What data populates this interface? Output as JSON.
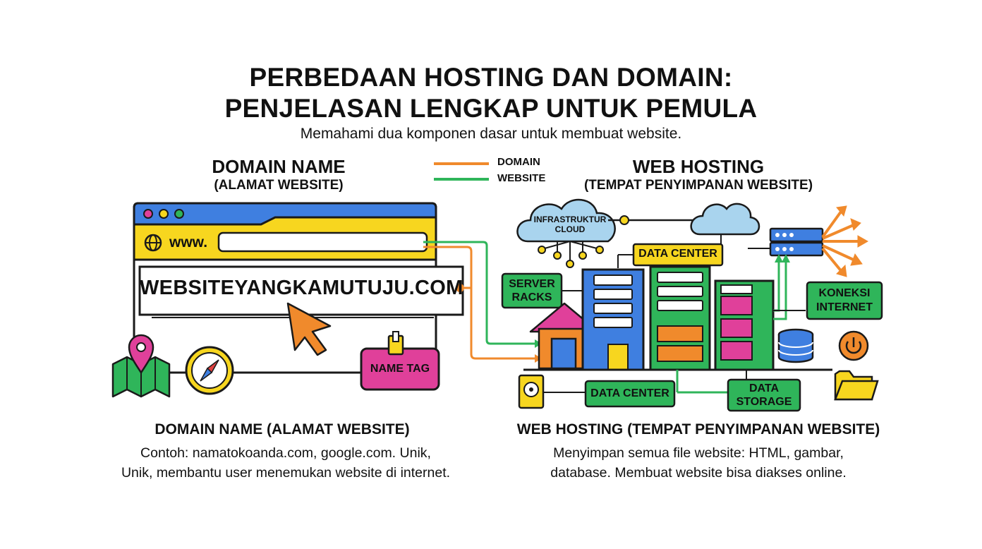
{
  "header": {
    "title_line1": "PERBEDAAN HOSTING DAN DOMAIN:",
    "title_line2": "PENJELASAN LENGKAP UNTUK PEMULA",
    "subtitle": "Memahami dua komponen dasar untuk membuat website."
  },
  "legend": {
    "items": [
      {
        "label": "DOMAIN",
        "color": "#f08a2c"
      },
      {
        "label": "WEBSITE",
        "color": "#2fb55a"
      }
    ]
  },
  "domain_section": {
    "title": "DOMAIN NAME",
    "subtitle": "(ALAMAT WEBSITE)",
    "browser": {
      "prefix": "www.",
      "url": "WEBSITEYANGKAMUTUJU.COM"
    },
    "name_tag": "NAME TAG",
    "caption_title": "DOMAIN NAME (ALAMAT WEBSITE)",
    "caption_line1": "Contoh: namatokoanda.com, google.com. Unik,",
    "caption_line2": "Unik, membantu user menemukan website di internet."
  },
  "hosting_section": {
    "title": "WEB HOSTING",
    "subtitle": "(TEMPAT PENYIMPANAN WEBSITE)",
    "cloud_label_1": "INFRASTRUKTUR",
    "cloud_label_2": "CLOUD",
    "data_center_top": "DATA CENTER",
    "server_racks_1": "SERVER",
    "server_racks_2": "RACKS",
    "koneksi_1": "KONEKSI",
    "koneksi_2": "INTERNET",
    "data_center_bottom": "DATA CENTER",
    "data_storage_1": "DATA",
    "data_storage_2": "STORAGE",
    "caption_title": "WEB HOSTING (TEMPAT PENYIMPANAN WEBSITE)",
    "caption_line1": "Menyimpan semua file website: HTML, gambar,",
    "caption_line2": "database. Membuat website bisa diakses online."
  },
  "colors": {
    "orange": "#f08a2c",
    "green": "#2fb55a",
    "yellow": "#f7d61f",
    "blue": "#3f7fe0",
    "pink": "#e0409a",
    "light_blue": "#a9d4ee"
  }
}
